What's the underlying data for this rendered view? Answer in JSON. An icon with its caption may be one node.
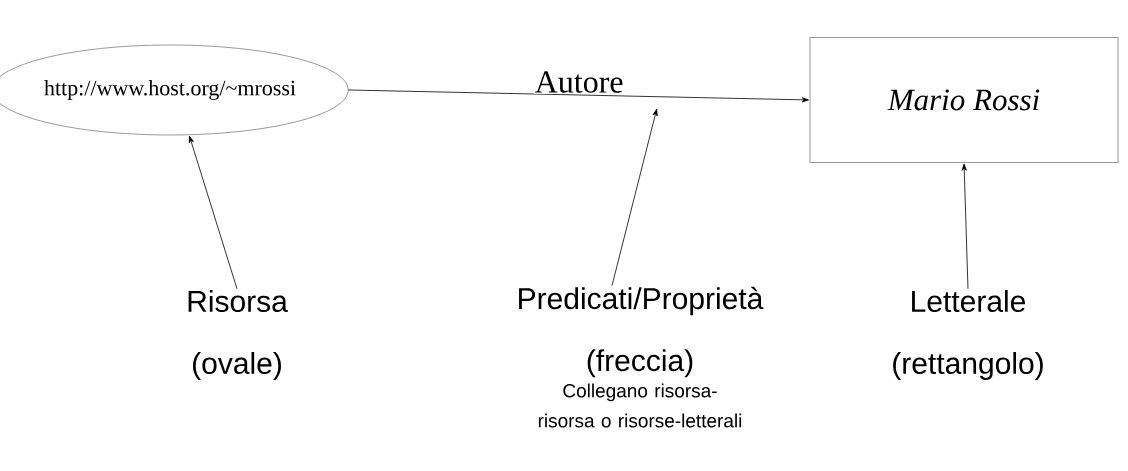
{
  "diagram": {
    "nodes": [
      {
        "text": [
          "http://www.host.org/~mrossi"
        ]
      },
      {
        "text": [
          "*Mario Rossi*"
        ]
      },
      {
        "text": [
          "Risorsa (ovale)"
        ]
      },
      {
        "text": [
          "Predicati/Proprietà (freccia)"
        ],
        "beside": [
          "Collegano risorsa-risorsa o risorse-letterali"
        ]
      },
      {
        "text": [
          "Letterale (rettangolo)"
        ]
      }
    ],
    "edges": [
      {
        "from": 0,
        "to": 1,
        "arrow": "to",
        "label": "Autore"
      },
      {
        "from": 2,
        "to": 0,
        "arrow": "to"
      },
      {
        "from": 3,
        "to": null,
        "arrow": "to"
      },
      {
        "from": 4,
        "to": 1,
        "arrow": "to"
      }
    ]
  }
}
